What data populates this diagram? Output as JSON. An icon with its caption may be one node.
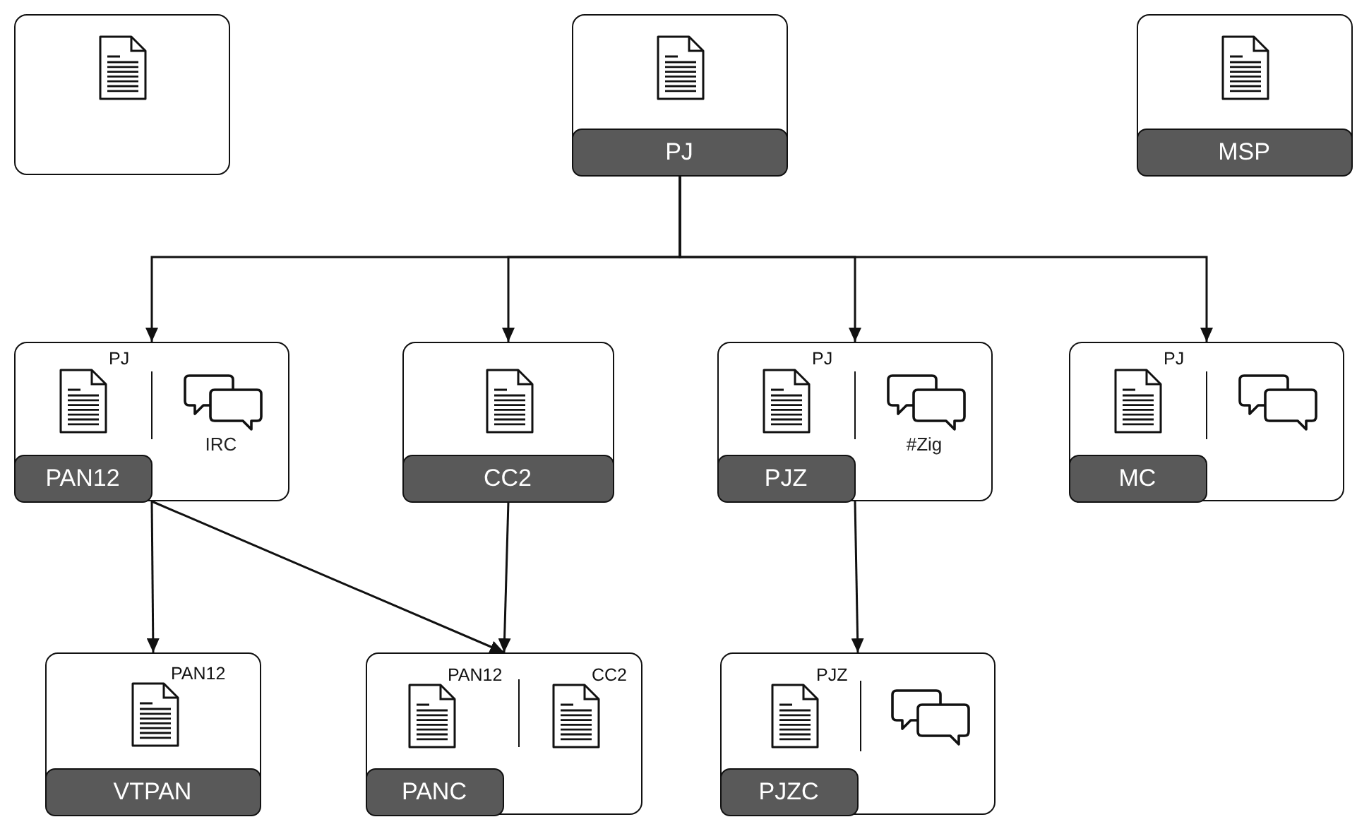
{
  "diagram": {
    "nodes": [
      {
        "text": [],
        "shape": "box"
      },
      {
        "text": [
          "PJ"
        ]
      },
      {
        "text": [
          "MSP"
        ]
      },
      {
        "text": [
          "PJ",
          "IRC",
          "PAN12"
        ]
      },
      {
        "text": [
          "CC2"
        ]
      },
      {
        "text": [
          "PJ",
          "#Zig",
          "PJZ"
        ]
      },
      {
        "text": [
          "PJ",
          "MC"
        ]
      },
      {
        "text": [
          "PAN12",
          "VTPAN"
        ]
      },
      {
        "text": [
          "PAN12",
          "CC2",
          "PANC"
        ]
      },
      {
        "text": [
          "PJZ",
          "PJZC"
        ]
      }
    ],
    "edges": [
      {
        "from": 1,
        "to": 3,
        "arrow": "to"
      },
      {
        "from": 1,
        "to": 4,
        "arrow": "to"
      },
      {
        "from": 1,
        "to": 5,
        "arrow": "to"
      },
      {
        "from": 1,
        "to": 6,
        "arrow": "to"
      },
      {
        "from": 3,
        "to": 7,
        "arrow": "to"
      },
      {
        "from": 3,
        "to": 8,
        "arrow": "to"
      },
      {
        "from": 4,
        "to": 8,
        "arrow": "to"
      },
      {
        "from": 5,
        "to": 9,
        "arrow": "to"
      }
    ]
  }
}
